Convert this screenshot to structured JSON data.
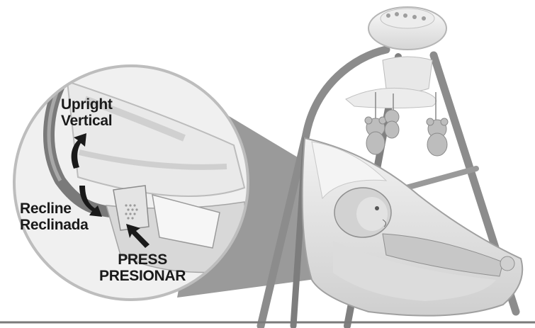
{
  "labels": {
    "upright_en": "Upright",
    "upright_es": "Vertical",
    "recline_en": "Recline",
    "recline_es": "Reclinada",
    "press_en": "PRESS",
    "press_es": "PRESIONAR"
  },
  "colors": {
    "frame": "#8c8c8c",
    "frame_dark": "#6e6e6e",
    "seat": "#e6e6e6",
    "callout_bg": "#9a9a9a",
    "circle_border": "#bdbdbd",
    "text": "#1a1a1a",
    "bottom_rule": "#7a7a7a"
  },
  "icons": {
    "mobile": "mobile-toy-icon",
    "bears": "teddy-bear-icon",
    "baby": "baby-icon",
    "press_button": "press-button-icon",
    "arrows": "curved-arrow-icon"
  }
}
